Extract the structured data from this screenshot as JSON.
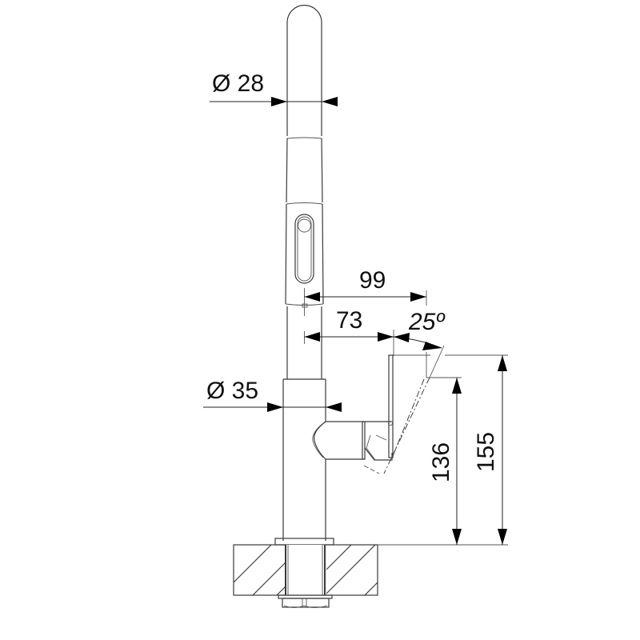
{
  "drawing": {
    "title": "Kitchen faucet dimension drawing",
    "units": "mm",
    "dimensions": {
      "spout_diameter": "Ø 28",
      "body_diameter": "Ø 35",
      "spout_reach": "99",
      "handle_offset": "73",
      "handle_angle": "25º",
      "handle_height_rest": "136",
      "handle_height_max": "155"
    }
  }
}
